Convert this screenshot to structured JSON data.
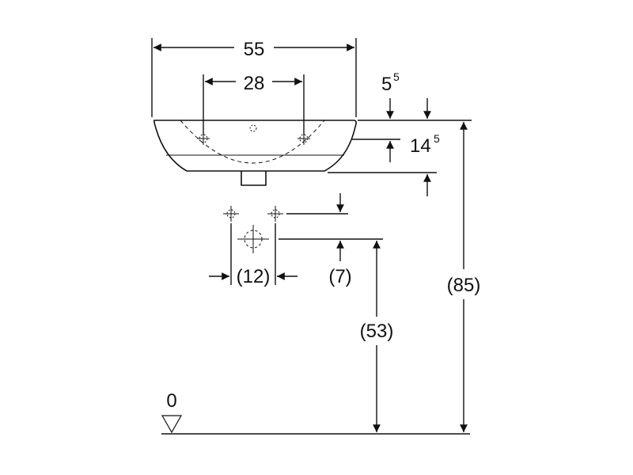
{
  "dimensions": {
    "overall_width": "55",
    "tap_hole_spacing": "28",
    "rim_thickness": "5",
    "rim_thickness_sup": "5",
    "bowl_depth": "14",
    "bowl_depth_sup": "5",
    "installation_height": "(85)",
    "drain_height": "(53)",
    "drain_spacing": "(12)",
    "drain_offset": "(7)",
    "floor_level": "0"
  }
}
